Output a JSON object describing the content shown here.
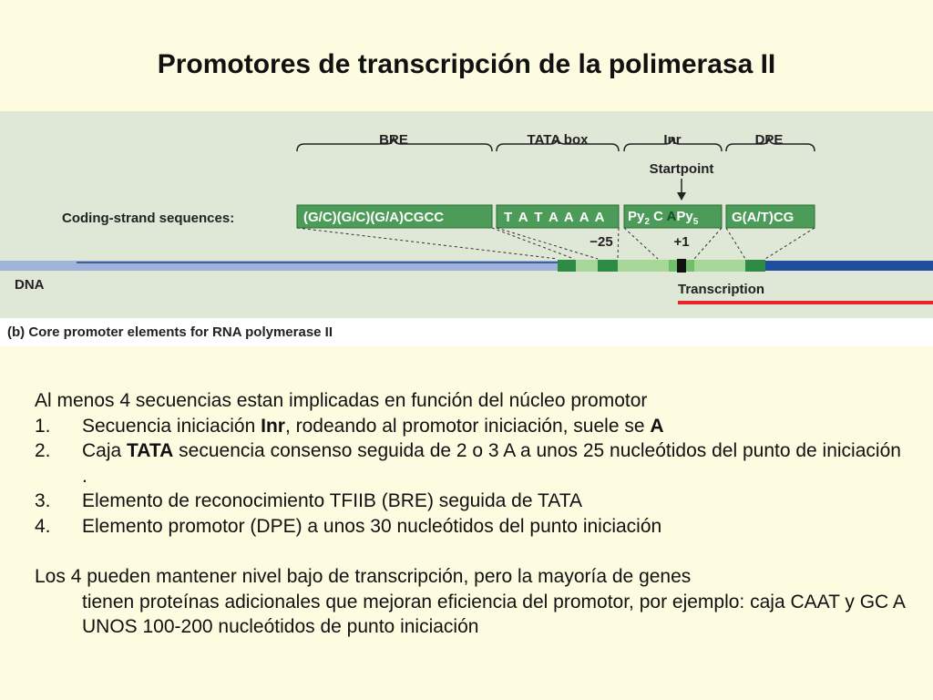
{
  "slide": {
    "title": "Promotores de transcripción de la polimerasa II"
  },
  "figure": {
    "element_labels": {
      "bre": "BRE",
      "tata": "TATA box",
      "inr": "Inr",
      "dpe": "DPE"
    },
    "startpoint_label": "Startpoint",
    "coding_strand_label": "Coding-strand sequences:",
    "sequences": {
      "bre": "(G/C)(G/C)(G/A)CGCC",
      "tata": "T A T A A A A",
      "inr_py1": "Py",
      "inr_sub1": "2",
      "inr_mid": " C ",
      "inr_a": "A",
      "inr_py2": "Py",
      "inr_sub2": "5",
      "dpe": "G(A/T)CG"
    },
    "positions": {
      "minus25": "−25",
      "plus1": "+1"
    },
    "dna_label": "DNA",
    "transcription_label": "Transcription",
    "caption": "(b) Core promoter elements for RNA polymerase II",
    "colors": {
      "box_green": "#4d9b58",
      "light_green": "#a8d79a",
      "dark_green": "#2e8b45",
      "dna_blue": "#1f4f9c",
      "dna_light_blue": "#9fb3d8",
      "transcription_red": "#e8232a"
    }
  },
  "body": {
    "intro": "Al menos 4 secuencias estan implicadas en función del núcleo promotor",
    "items": [
      {
        "num": "1.",
        "before": "Secuencia iniciación ",
        "bold": "Inr",
        "middle": ", rodeando al promotor iniciación, suele se ",
        "bold2": "A",
        "after": ""
      },
      {
        "num": "2.",
        "before": "Caja ",
        "bold": "TATA",
        "middle": " secuencia consenso seguida de 2 o 3 A a unos 25 nucleótidos del punto de iniciación .",
        "bold2": "",
        "after": ""
      },
      {
        "num": "3.",
        "before": "Elemento de reconocimiento TFIIB (BRE) seguida de TATA",
        "bold": "",
        "middle": "",
        "bold2": "",
        "after": ""
      },
      {
        "num": "4.",
        "before": "Elemento promotor (DPE) a unos 30 nucleótidos del punto iniciación",
        "bold": "",
        "middle": "",
        "bold2": "",
        "after": ""
      }
    ],
    "closing_first": "Los 4 pueden mantener nivel bajo de transcripción, pero la mayoría de genes",
    "closing_rest": "tienen proteínas adicionales que mejoran eficiencia del promotor, por ejemplo: caja CAAT y GC A UNOS 100-200 nucleótidos de punto iniciación"
  }
}
